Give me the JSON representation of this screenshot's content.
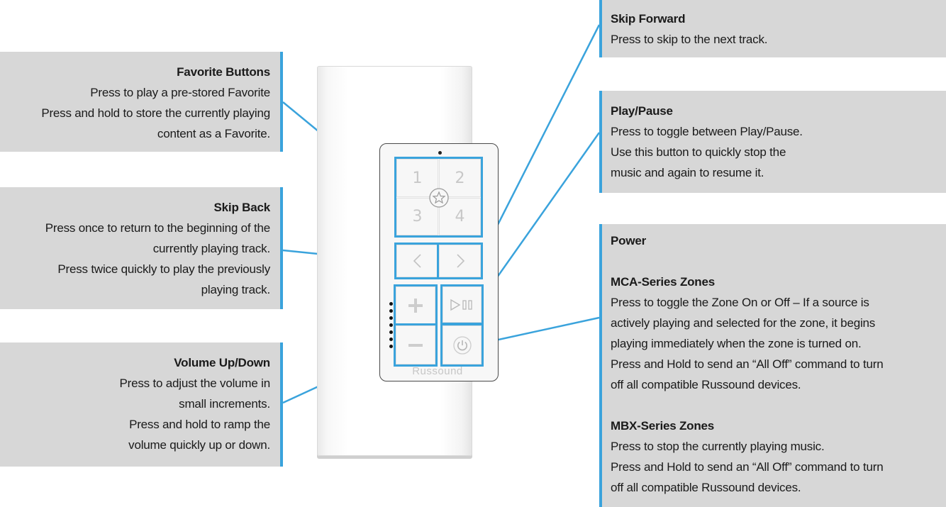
{
  "callouts": {
    "favorite": {
      "title": "Favorite Buttons",
      "lines": [
        "Press to play a pre-stored Favorite",
        "Press and hold to store the currently playing",
        "content as a Favorite."
      ]
    },
    "skip_back": {
      "title": "Skip Back",
      "lines": [
        "Press once to return to the beginning of the",
        "currently playing track.",
        "Press twice quickly to play the previously",
        "playing track."
      ]
    },
    "volume": {
      "title": "Volume Up/Down",
      "lines": [
        "Press to adjust the volume in",
        "small increments.",
        "Press and hold to ramp the",
        "volume quickly up or down."
      ]
    },
    "skip_forward": {
      "title": "Skip Forward",
      "lines": [
        "Press to skip to the next track."
      ]
    },
    "play_pause": {
      "title": "Play/Pause",
      "lines": [
        "Press to toggle between Play/Pause.",
        "Use this button to quickly stop the",
        "music and again to resume it."
      ]
    },
    "power": {
      "title": "Power",
      "mca_title": "MCA-Series Zones",
      "mca_lines": [
        "Press to toggle the Zone On or Off – If a source is",
        "actively playing and selected for the zone, it begins",
        "playing immediately when the zone is turned on.",
        "Press and Hold to send an “All Off” command to turn",
        "off all compatible Russound devices."
      ],
      "mbx_title": "MBX-Series Zones",
      "mbx_lines": [
        "Press to stop the currently playing music.",
        "Press and Hold to send an “All Off” command to turn",
        "off all compatible Russound devices."
      ]
    }
  },
  "keypad": {
    "favorites": [
      "1",
      "2",
      "3",
      "4"
    ],
    "brand": "Russound",
    "icons": [
      "star-icon",
      "chevron-left-icon",
      "chevron-right-icon",
      "plus-icon",
      "minus-icon",
      "play-pause-icon",
      "power-icon"
    ]
  },
  "colors": {
    "accent": "#3aa3dc",
    "callout_bg": "#d7d7d7"
  }
}
